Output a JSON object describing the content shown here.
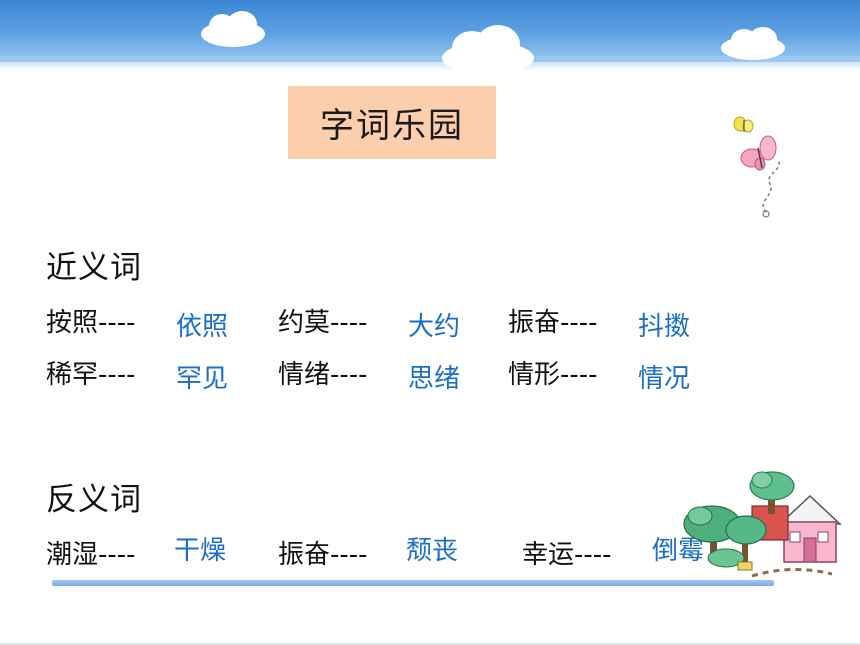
{
  "title": "字词乐园",
  "synonyms": {
    "heading": "近义词",
    "rows": [
      [
        {
          "word": "按照----",
          "answer": "依照"
        },
        {
          "word": "约莫----",
          "answer": "大约"
        },
        {
          "word": "振奋----",
          "answer": "抖擞"
        }
      ],
      [
        {
          "word": "稀罕----",
          "answer": "罕见"
        },
        {
          "word": "情绪----",
          "answer": "思绪"
        },
        {
          "word": "情形----",
          "answer": "情况"
        }
      ]
    ]
  },
  "antonyms": {
    "heading": "反义词",
    "row": [
      {
        "word": "潮湿----",
        "answer": "干燥"
      },
      {
        "word": "振奋----",
        "answer": "颓丧"
      },
      {
        "word": "幸运----",
        "answer": "倒霉"
      }
    ]
  },
  "colors": {
    "title_bg": "#fbcfae",
    "answer_text": "#1a6fc4",
    "sky": "#3a86d4"
  }
}
